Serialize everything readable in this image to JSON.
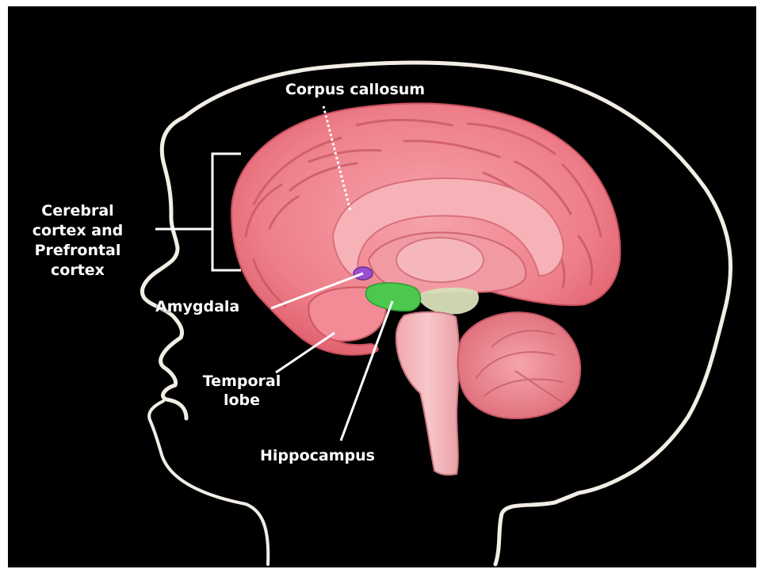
{
  "labels": {
    "corpus_callosum": "Corpus callosum",
    "cerebral_cortex_line1": "Cerebral",
    "cerebral_cortex_line2": "cortex and",
    "cerebral_cortex_line3": "Prefrontal",
    "cerebral_cortex_line4": "cortex",
    "amygdala": "Amygdala",
    "temporal_lobe_line1": "Temporal",
    "temporal_lobe_line2": "lobe",
    "hippocampus": "Hippocampus"
  },
  "colors": {
    "background": "#000000",
    "head_outline": "#f2eee6",
    "cerebrum": "#f07e89",
    "cerebrum_highlight": "#f7a7ae",
    "brainstem": "#f4b9bd",
    "cerebellum": "#ee8a94",
    "amygdala": "#9a4fd1",
    "hippocampus": "#4cc84e",
    "thalamus_area": "#d7e0b8"
  }
}
